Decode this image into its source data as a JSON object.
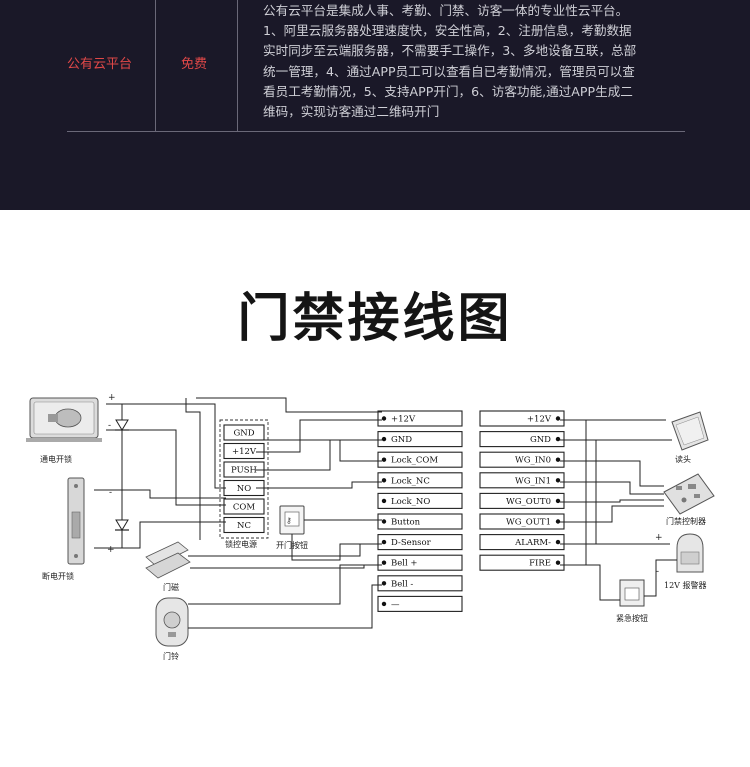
{
  "table": {
    "row_label": "公有云平台",
    "price": "免费",
    "description_lines": [
      "公有云平台是集成人事、考勤、门禁、访客一体的专业性云平台。",
      "1、阿里云服务器处理速度快，安全性高，2、注册信息，考勤数据",
      "实时同步至云端服务器，不需要手工操作，3、多地设备互联，总部",
      "统一管理，4、通过APP员工可以查看自已考勤情况，管理员可以查",
      "看员工考勤情况，5、支持APP开门，6、访客功能,通过APP生成二",
      "维码，实现访客通过二维码开门"
    ]
  },
  "section_title": "门禁接线图",
  "diagram": {
    "devices": {
      "electric_lock": "通电开锁",
      "strike_lock": "断电开锁",
      "door_magnet": "门磁",
      "doorbell": "门铃",
      "exit_button": "开门按钮",
      "card_reader": "读头",
      "controller": "门禁控制器",
      "alarm": "12V 报警器",
      "emergency_button": "紧急按钮",
      "power_supply": "锁控电源"
    },
    "psu_terminals": [
      "GND",
      "+12V",
      "PUSH",
      "NO",
      "COM",
      "NC"
    ],
    "left_terminals": [
      "+12V",
      "GND",
      "Lock_COM",
      "Lock_NC",
      "Lock_NO",
      "Button",
      "D-Sensor",
      "Bell +",
      "Bell -",
      "—"
    ],
    "right_terminals": [
      "+12V",
      "GND",
      "WG_IN0",
      "WG_IN1",
      "WG_OUT0",
      "WG_OUT1",
      "ALARM-",
      "FIRE"
    ],
    "signs": {
      "plus": "+",
      "minus": "-"
    }
  }
}
